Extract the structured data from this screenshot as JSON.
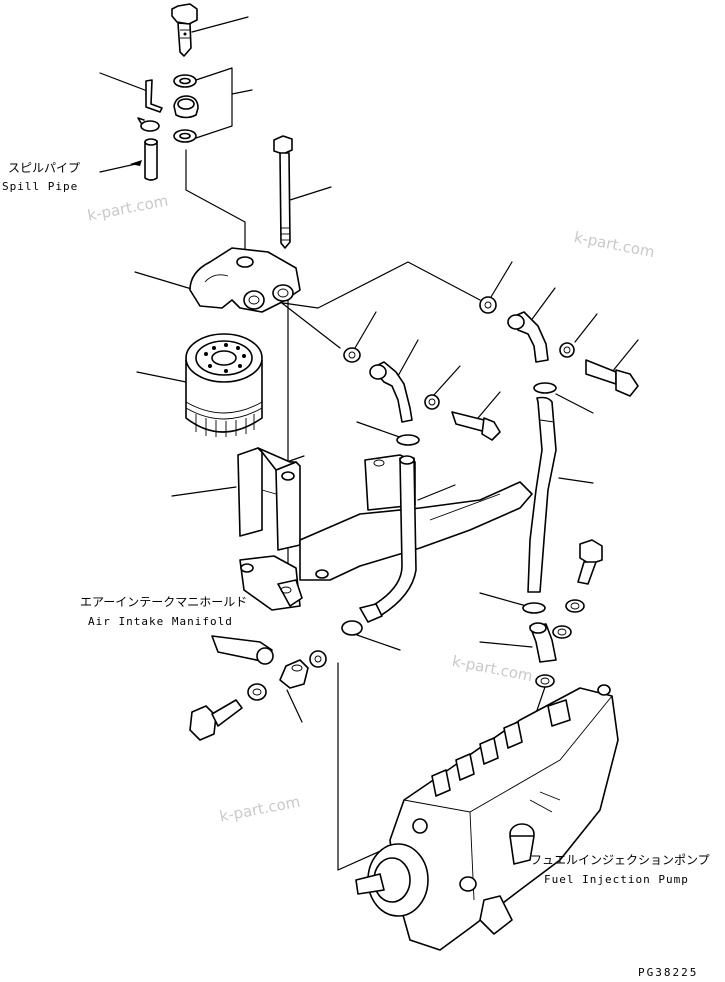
{
  "labels": {
    "spill_pipe_jp": "スピルパイプ",
    "spill_pipe_en": "Spill Pipe",
    "air_intake_manifold_jp": "エアーインテークマニホールド",
    "air_intake_manifold_en": "Air Intake Manifold",
    "fuel_injection_pump_jp": "フュエルインジェクションポンプ",
    "fuel_injection_pump_en": "Fuel Injection Pump"
  },
  "watermark": "k-part.com",
  "drawing_code": "PG38225"
}
